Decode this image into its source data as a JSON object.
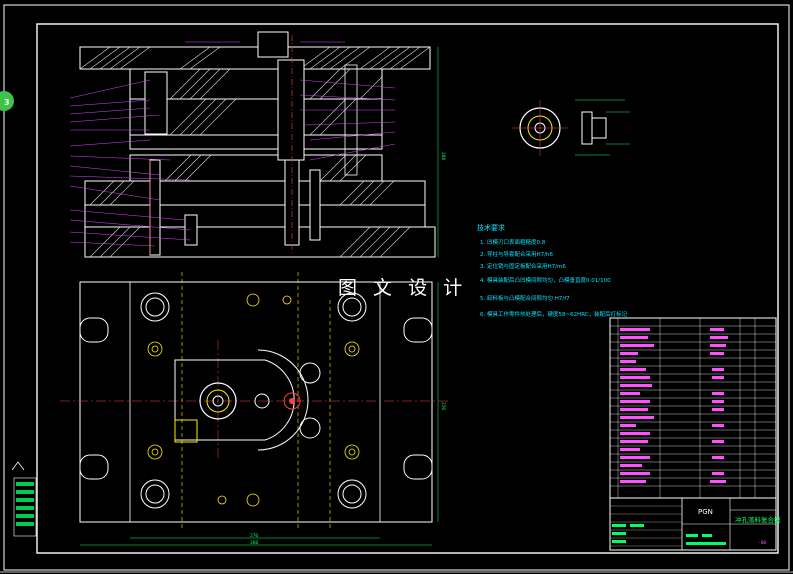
{
  "sheet": {
    "watermark": "图 文 设 计",
    "side_badge": "3"
  },
  "tech_notes": {
    "title": "技术要求",
    "items": [
      "1. 凹模刃口表面粗糙度0.8",
      "2. 导柱与导套配合采用H7/h6",
      "3. 定位销与固定板配合采用H7/m6",
      "4. 模具装配后凸凹模间隙均匀，凸模垂直度0.01/100",
      "5. 卸料板与凸模配合间隙均匀 H7/f7",
      "6. 模具工作零件热处理后，硬度58~62HRC，装配后打标记"
    ]
  },
  "title_block": {
    "designation": "PGN",
    "drawing_name": "冲孔落料复合模",
    "sheet_code": "-00"
  },
  "dimensions": {
    "height": "288",
    "width_inner": "270",
    "width_outer": "360",
    "plan_height": "250"
  }
}
